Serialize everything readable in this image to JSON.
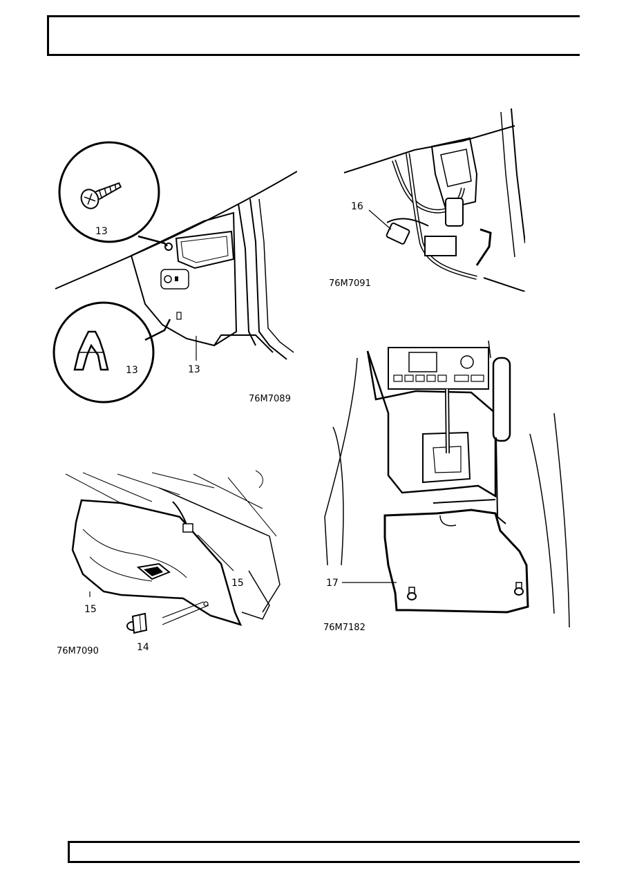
{
  "figures": {
    "fig1": {
      "code": "76M7089",
      "callouts": [
        "13",
        "13",
        "13"
      ]
    },
    "fig2": {
      "code": "76M7091",
      "callouts": [
        "16"
      ]
    },
    "fig3": {
      "code": "76M7090",
      "callouts": [
        "15",
        "15",
        "14"
      ]
    },
    "fig4": {
      "code": "76M7182",
      "callouts": [
        "17"
      ]
    }
  }
}
